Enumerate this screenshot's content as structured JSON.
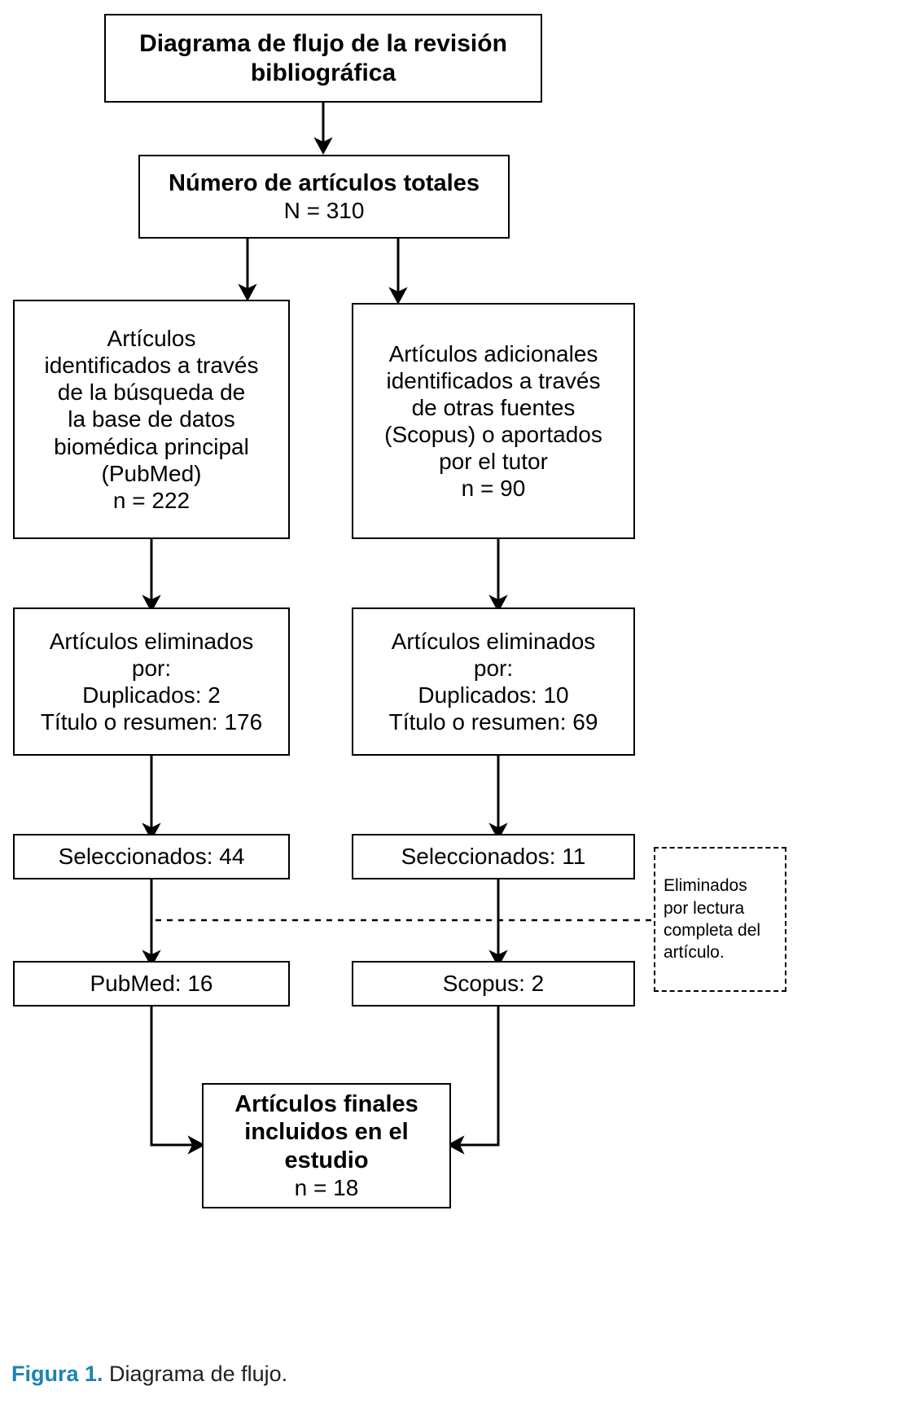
{
  "diagram": {
    "type": "flowchart",
    "title_box": {
      "lines": [
        "Diagrama de flujo de la revisión",
        "bibliográfica"
      ]
    },
    "total_box": {
      "heading": "Número de artículos totales",
      "count": "N = 310"
    },
    "left_source_box": {
      "lines": [
        "Artículos",
        "identificados a través",
        "de la búsqueda de",
        "la base de datos",
        "biomédica principal",
        "(PubMed)"
      ],
      "count": "n = 222"
    },
    "right_source_box": {
      "lines": [
        "Artículos adicionales",
        "identificados a través",
        "de otras fuentes",
        "(Scopus) o aportados",
        "por el tutor"
      ],
      "count": "n = 90"
    },
    "left_excluded_box": {
      "lines": [
        "Artículos eliminados",
        "por:",
        "Duplicados: 2",
        "Título o resumen: 176"
      ]
    },
    "right_excluded_box": {
      "lines": [
        "Artículos eliminados",
        "por:",
        "Duplicados: 10",
        "Título o resumen: 69"
      ]
    },
    "left_selected_box": {
      "label": "Seleccionados: 44"
    },
    "right_selected_box": {
      "label": "Seleccionados: 11"
    },
    "note_box": {
      "lines": [
        "Eliminados",
        "por lectura",
        "completa del",
        "artículo."
      ]
    },
    "left_final_box": {
      "label": "PubMed: 16"
    },
    "right_final_box": {
      "label": "Scopus: 2"
    },
    "included_box": {
      "lines": [
        "Artículos finales",
        "incluidos en el",
        "estudio"
      ],
      "count": "n = 18"
    }
  },
  "caption": {
    "label": "Figura 1.",
    "text": " Diagrama de flujo."
  },
  "colors": {
    "stroke": "#000000",
    "background": "#ffffff",
    "caption_accent": "#1a83b5",
    "caption_text": "#231f20"
  }
}
